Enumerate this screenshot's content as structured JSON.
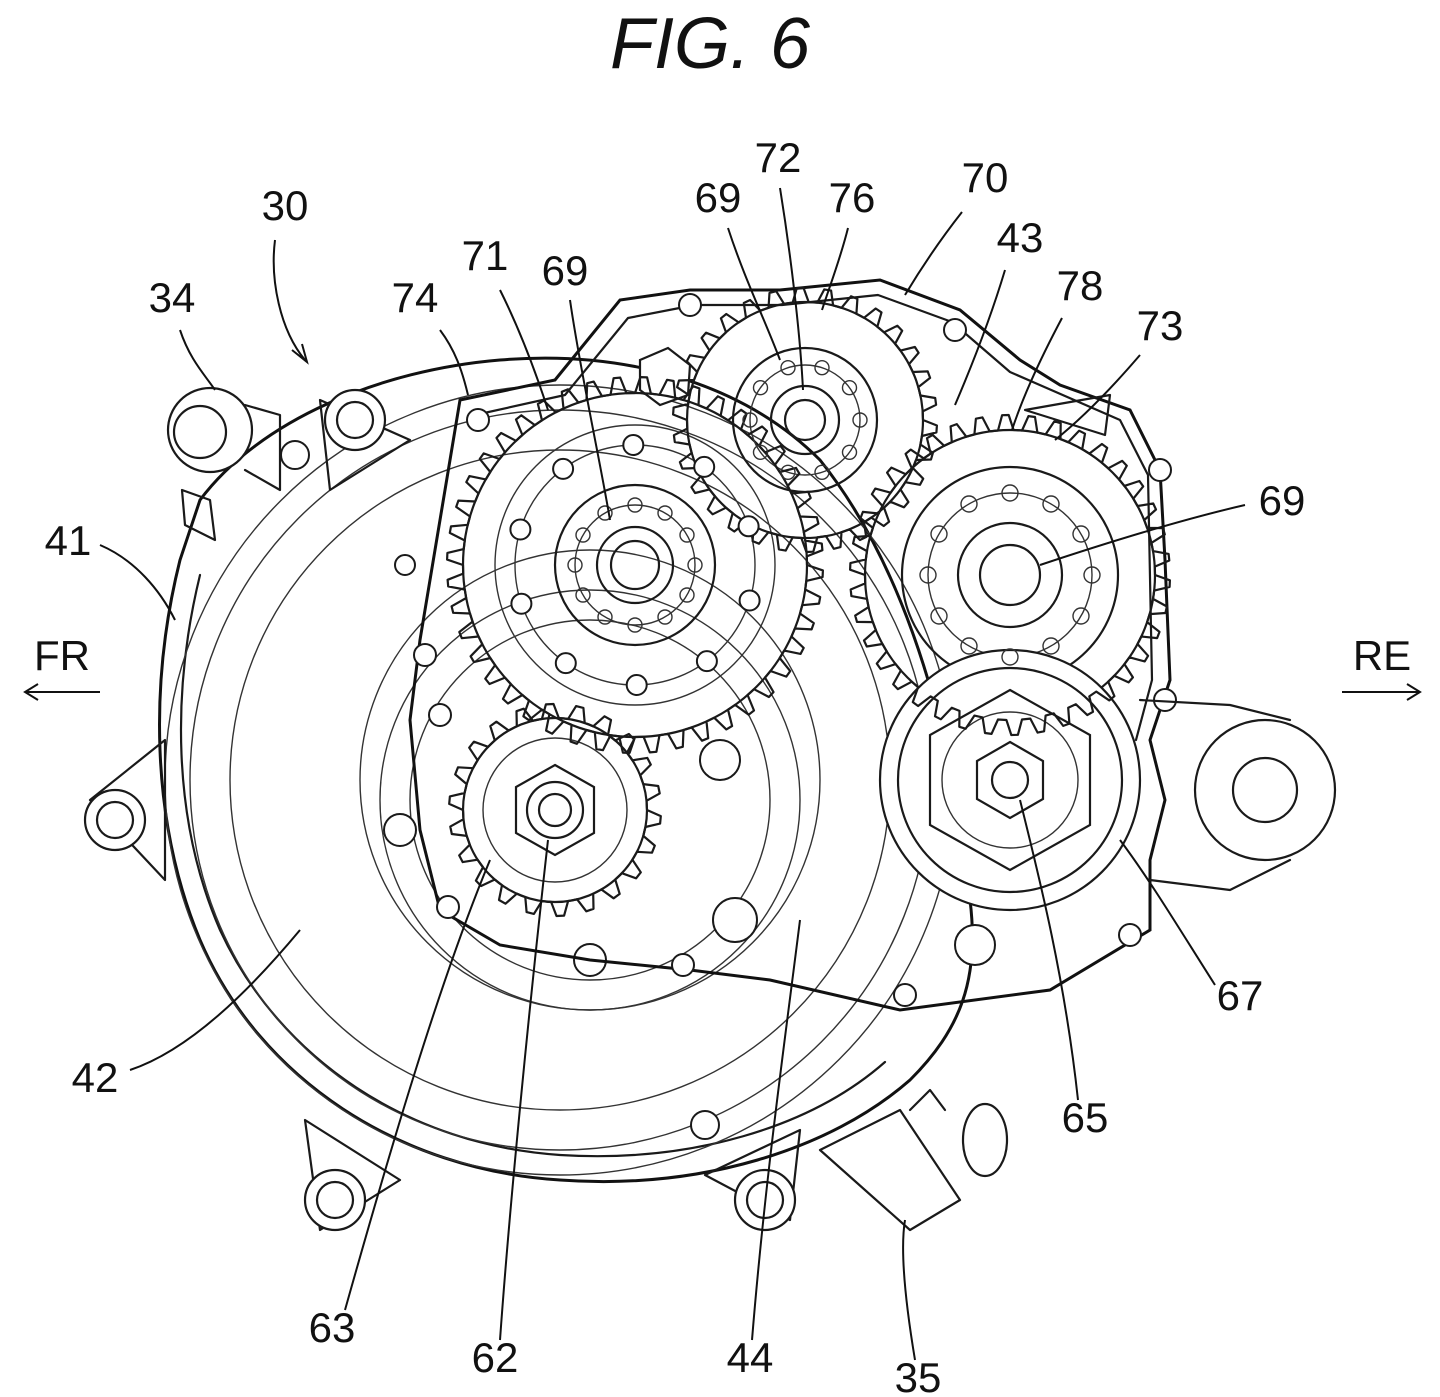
{
  "figure_title": "FIG. 6",
  "direction_labels": {
    "front": "FR",
    "rear": "RE"
  },
  "labels": {
    "l30": "30",
    "l34": "34",
    "l41": "41",
    "l42": "42",
    "l74": "74",
    "l71": "71",
    "l69a": "69",
    "l69b": "69",
    "l69c": "69",
    "l72": "72",
    "l76": "76",
    "l70": "70",
    "l43": "43",
    "l78": "78",
    "l73": "73",
    "l67": "67",
    "l65": "65",
    "l35": "35",
    "l44": "44",
    "l62": "62",
    "l63": "63"
  },
  "colors": {
    "line": "#1a1a1a",
    "background": "#ffffff"
  }
}
